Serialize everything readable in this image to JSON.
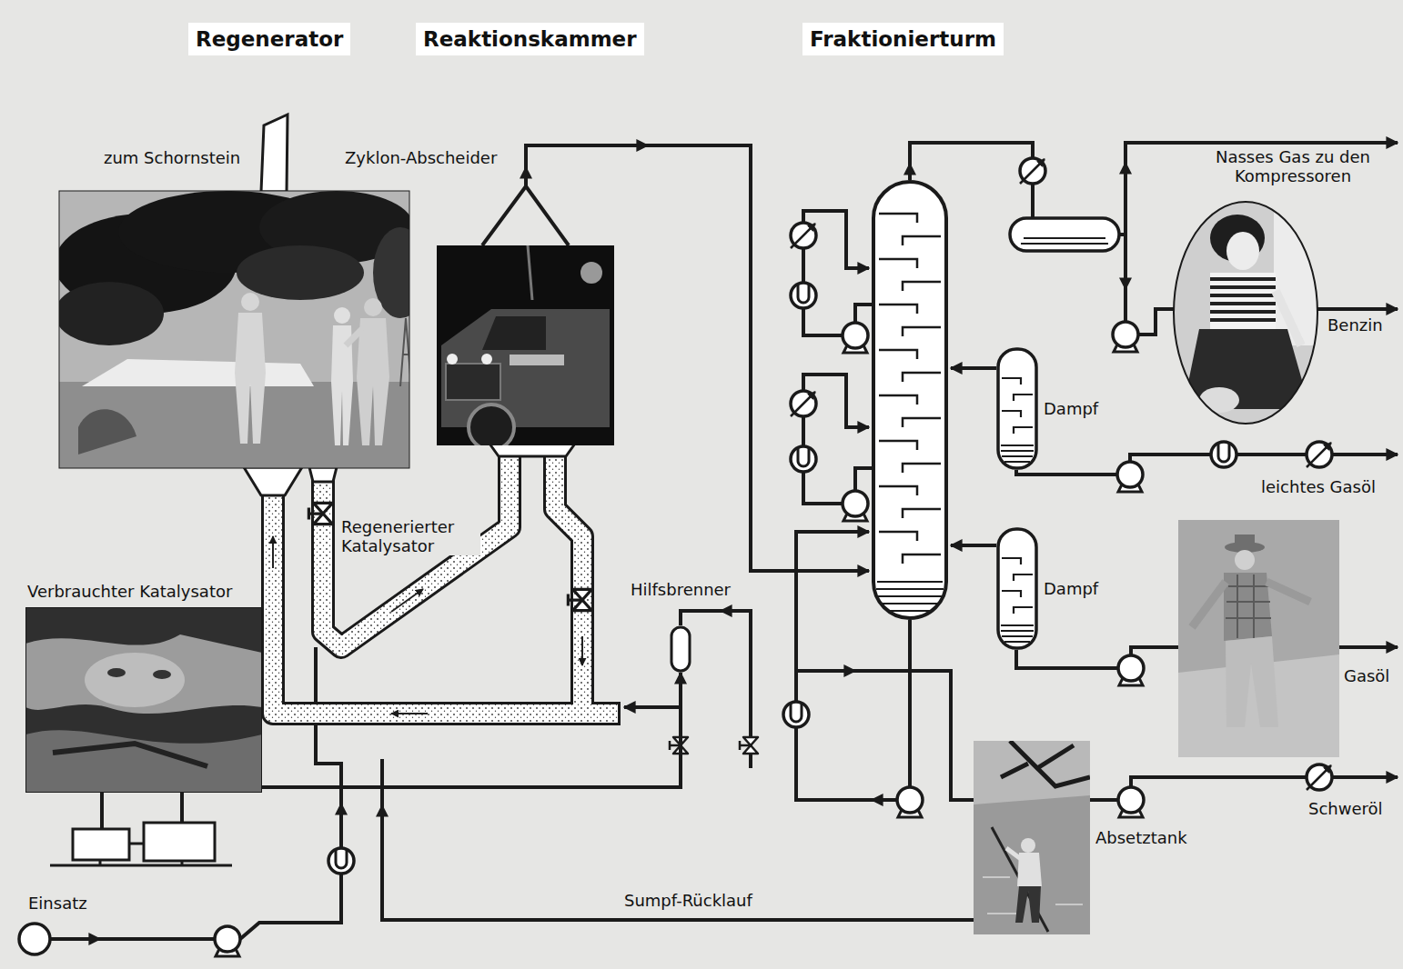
{
  "diagram": {
    "nodes": [
      {
        "text": [
          "Regenerator"
        ]
      },
      {
        "text": [
          "Reaktionskammer"
        ]
      },
      {
        "text": [
          "Fraktionierturm"
        ]
      },
      {
        "text": [
          "Dampf"
        ]
      },
      {
        "text": [
          "Dampf"
        ]
      },
      {
        "text": [
          "Verbrauchter Katalysator"
        ]
      },
      {
        "text": [
          "Hilfsbrenner"
        ]
      },
      {
        "text": [
          "Absetztank"
        ]
      },
      {
        "text": [
          "Einsatz"
        ]
      }
    ],
    "edges": [
      {
        "from": 5,
        "to": 6,
        "arrow": "to"
      }
    ],
    "labels": [
      "zum Schornstein",
      "Zyklon-Abscheider",
      "Regenerierter Katalysator",
      "Nasses Gas zu den Kompressoren",
      "Benzin",
      "leichtes Gasöl",
      "Gasöl",
      "Schweröl",
      "Sumpf-Rücklauf"
    ]
  }
}
